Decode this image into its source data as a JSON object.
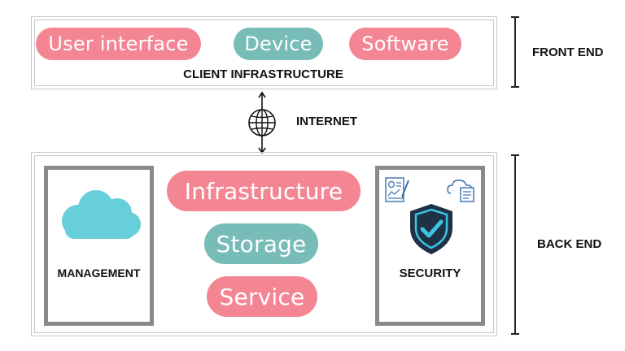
{
  "front": {
    "pills": [
      "User interface",
      "Device",
      "Software"
    ],
    "caption": "CLIENT INFRASTRUCTURE",
    "side_label": "FRONT END"
  },
  "internet": {
    "label": "INTERNET",
    "icon": "globe-icon"
  },
  "back": {
    "pills": [
      "Infrastructure",
      "Storage",
      "Service"
    ],
    "management_label": "MANAGEMENT",
    "security_label": "SECURITY",
    "side_label": "BACK END",
    "icons": [
      "cloud-icon",
      "report-document-icon",
      "cloud-document-icon",
      "shield-check-icon"
    ]
  },
  "colors": {
    "pink": "#f48694",
    "teal": "#77bcb7",
    "cloud": "#67cfd9",
    "shield_dark": "#1f3146",
    "shield_accent": "#3ec4e0",
    "box_border": "#8a8a8a"
  }
}
